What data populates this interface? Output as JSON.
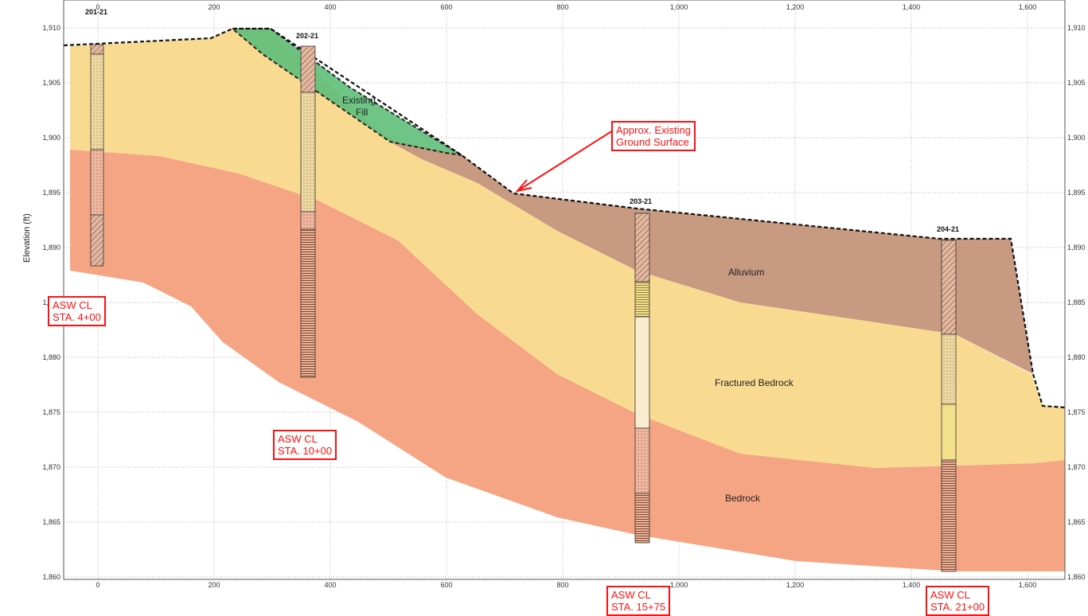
{
  "axes": {
    "y_title": "Elevation (ft)",
    "x_ticks": [
      "0",
      "200",
      "400",
      "600",
      "800",
      "1,000",
      "1,200",
      "1,400",
      "1,600"
    ],
    "x_tick_values": [
      0,
      200,
      400,
      600,
      800,
      1000,
      1200,
      1400,
      1600
    ],
    "y_ticks": [
      "1,910",
      "1,905",
      "1,900",
      "1,895",
      "1,890",
      "1,885",
      "1,880",
      "1,875",
      "1,870",
      "1,865",
      "1,860"
    ],
    "y_tick_values": [
      1910,
      1905,
      1900,
      1895,
      1890,
      1885,
      1880,
      1875,
      1870,
      1865,
      1860
    ]
  },
  "units": {
    "fill": "Existing Fill",
    "fill_line1": "Existing",
    "fill_line2": "Fill",
    "alluvium": "Alluvium",
    "fractured": "Fractured Bedrock",
    "bedrock": "Bedrock"
  },
  "colors": {
    "fill": "#5fbf7a",
    "alluvium": "#c4957a",
    "fractured": "#f8d98a",
    "bedrock": "#f4a07c",
    "callout": "#ff1010"
  },
  "borings": [
    {
      "id": "201-21",
      "station": 0
    },
    {
      "id": "202-21",
      "station": 360
    },
    {
      "id": "203-21",
      "station": 930
    },
    {
      "id": "204-21",
      "station": 1465
    }
  ],
  "callouts": {
    "ground": {
      "line1": "Approx. Existing",
      "line2": "Ground Surface"
    },
    "sta1": {
      "line1": "ASW CL",
      "line2": "STA. 4+00"
    },
    "sta2": {
      "line1": "ASW CL",
      "line2": "STA. 10+00"
    },
    "sta3": {
      "line1": "ASW CL",
      "line2": "STA. 15+75"
    },
    "sta4": {
      "line1": "ASW CL",
      "line2": "STA. 21+00"
    }
  }
}
